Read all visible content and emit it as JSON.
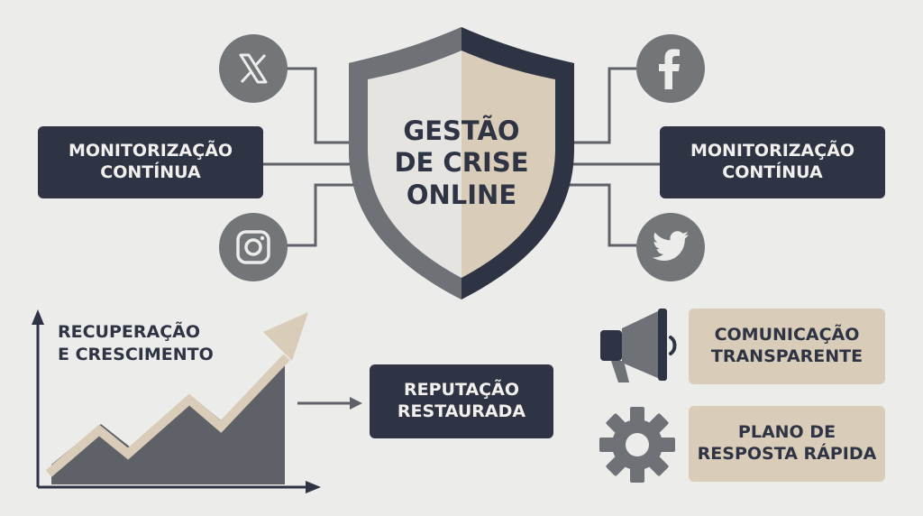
{
  "shield": {
    "line1": "GESTÃO",
    "line2": "DE CRISE",
    "line3": "ONLINE"
  },
  "left_box": {
    "line1": "MONITORIZAÇÃO",
    "line2": "CONTÍNUA"
  },
  "right_box": {
    "line1": "MONITORIZAÇÃO",
    "line2": "CONTÍNUA"
  },
  "recovery": {
    "line1": "RECUPERAÇÃO",
    "line2": "E CRESCIMENTO"
  },
  "reputation_box": {
    "line1": "REPUTAÇÃO",
    "line2": "RESTAURADA"
  },
  "communication_box": {
    "line1": "COMUNICAÇÃO",
    "line2": "TRANSPARENTE"
  },
  "plan_box": {
    "line1": "PLANO DE",
    "line2": "RESPOSTA RÁPIDA"
  },
  "icons": {
    "top_left": "x-logo-icon",
    "bottom_left": "instagram-icon",
    "top_right": "facebook-icon",
    "bottom_right": "twitter-bird-icon",
    "megaphone": "megaphone-icon",
    "gear": "gear-icon"
  },
  "colors": {
    "background": "#ececea",
    "dark_navy": "#2e3444",
    "beige": "#d9cdb9",
    "gray": "#737679",
    "light_text": "#f1f0ec"
  }
}
